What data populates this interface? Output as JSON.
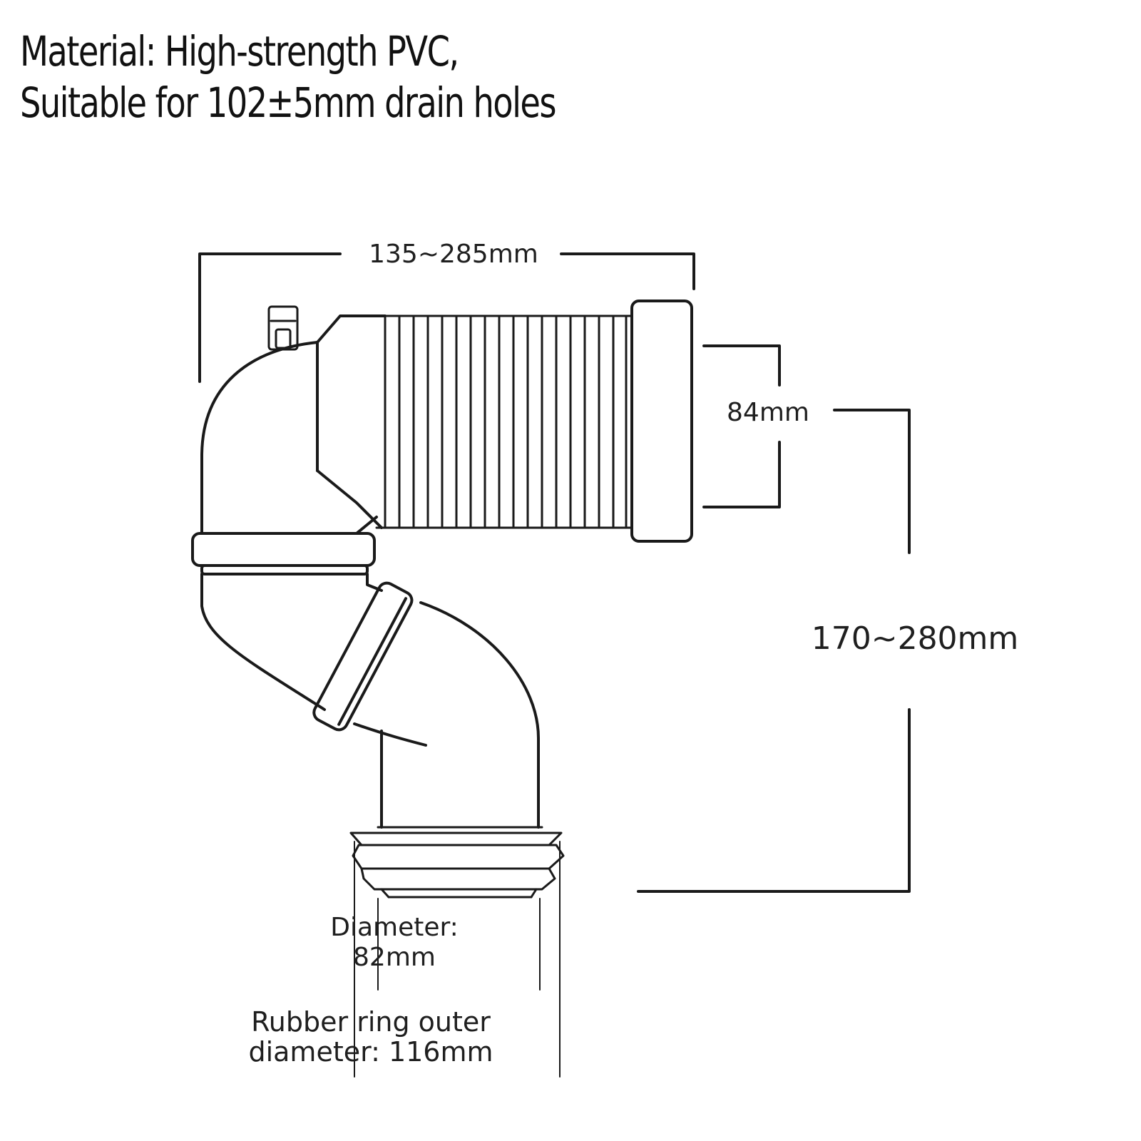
{
  "header": {
    "line1": "Material: High-strength PVC,",
    "line2": "Suitable for 102±5mm drain holes"
  },
  "dimensions": {
    "length": "135~285mm",
    "outlet_height": "84mm",
    "height": "170~280mm",
    "diameter_label": "Diameter:",
    "diameter_value": "82mm",
    "ring_label_1": "Rubber ring outer",
    "ring_label_2": "diameter: 116mm"
  },
  "colors": {
    "line": "#1a1a1a",
    "background": "#ffffff"
  }
}
